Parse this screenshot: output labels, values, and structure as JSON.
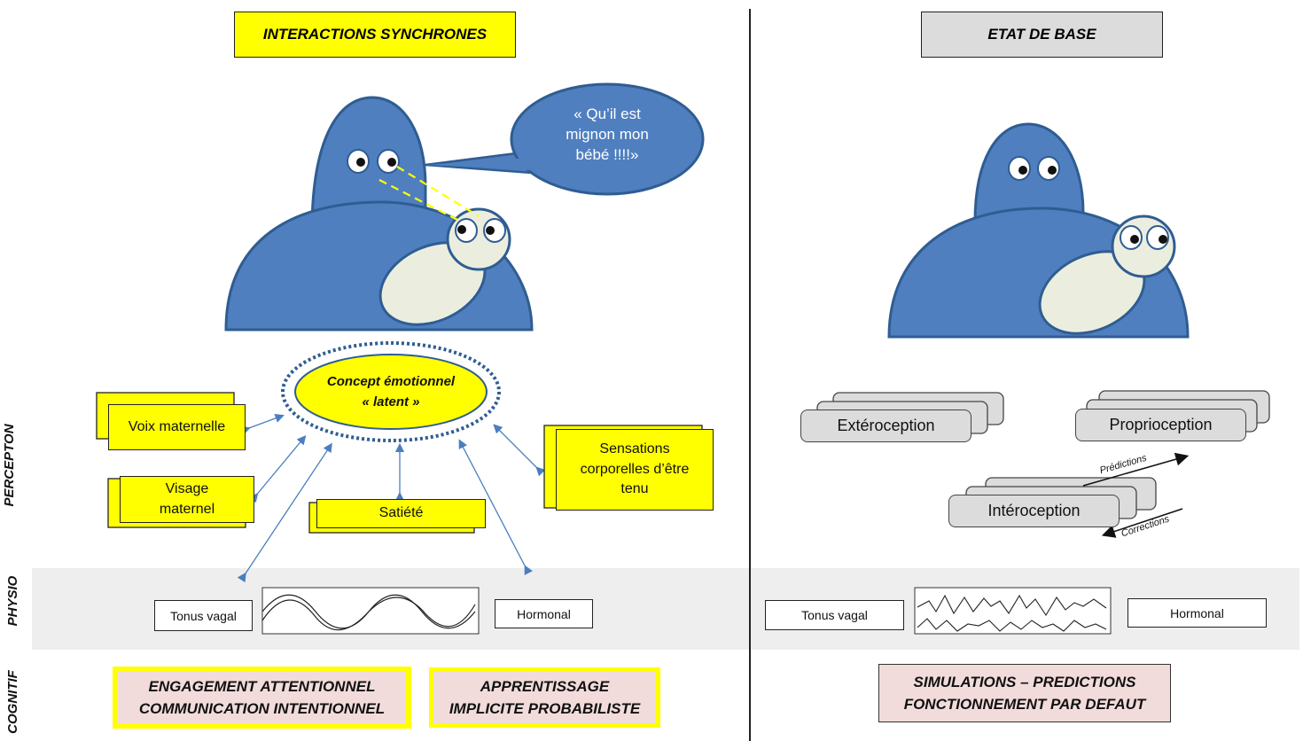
{
  "titles": {
    "left": "INTERACTIONS SYNCHRONES",
    "right": "ETAT DE BASE"
  },
  "axis_labels": {
    "perception": "PERCEPTON",
    "physio": "PHYSIO",
    "cognitive": "COGNITIF"
  },
  "speech_bubble": {
    "line1": "« Qu’il est",
    "line2": "mignon mon",
    "line3": "bébé !!!!»"
  },
  "concept": {
    "line1": "Concept émotionnel",
    "line2": "« latent »"
  },
  "left_boxes": {
    "voix": "Voix maternelle",
    "visage_line1": "Visage",
    "visage_line2": "maternel",
    "satiete": "Satiété",
    "sensations_line1": "Sensations",
    "sensations_line2": "corporelles d’être",
    "sensations_line3": "tenu"
  },
  "right_boxes": {
    "exteroception": "Extéroception",
    "proprioception": "Proprioception",
    "interoception": "Intéroception",
    "predictions": "Prédictions",
    "corrections": "Corrections"
  },
  "physio": {
    "left_vagal": "Tonus vagal",
    "left_hormonal": "Hormonal",
    "right_vagal": "Tonus vagal",
    "right_hormonal": "Hormonal"
  },
  "cognitive": {
    "left1_line1": "ENGAGEMENT ATTENTIONNEL",
    "left1_line2": "COMMUNICATION INTENTIONNEL",
    "left2_line1": "APPRENTISSAGE",
    "left2_line2": "IMPLICITE PROBABILISTE",
    "right_line1": "SIMULATIONS – PREDICTIONS",
    "right_line2": "FONCTIONNEMENT PAR DEFAUT"
  },
  "colors": {
    "figure_blue": "#4f7fbf",
    "figure_outline": "#2f5d92",
    "baby_body": "#ebeedf",
    "yellow": "#ffff00",
    "grey_box": "#dcdcdc",
    "pink_box": "#f2dcdb",
    "arrow_blue": "#4a7ec0"
  }
}
